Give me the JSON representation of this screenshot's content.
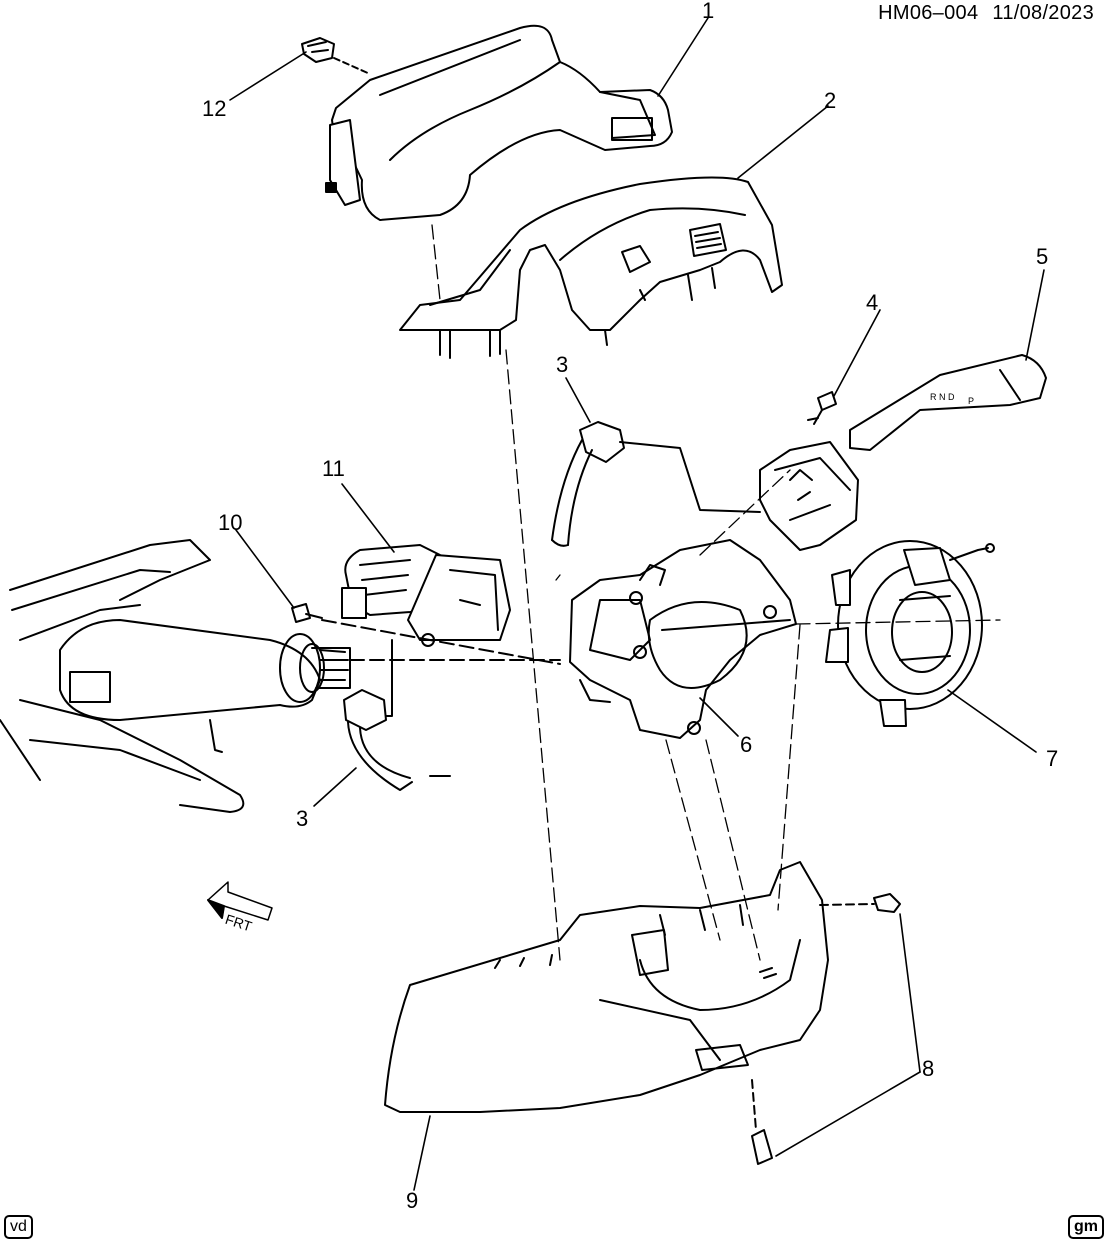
{
  "header": {
    "diagram_code": "HM06–004",
    "date": "11/08/2023"
  },
  "orientation": {
    "label": "FRT"
  },
  "callouts": [
    {
      "id": "1",
      "text": "1"
    },
    {
      "id": "2",
      "text": "2"
    },
    {
      "id": "3a",
      "text": "3"
    },
    {
      "id": "3b",
      "text": "3"
    },
    {
      "id": "4",
      "text": "4"
    },
    {
      "id": "5",
      "text": "5"
    },
    {
      "id": "6",
      "text": "6"
    },
    {
      "id": "7",
      "text": "7"
    },
    {
      "id": "8",
      "text": "8"
    },
    {
      "id": "9",
      "text": "9"
    },
    {
      "id": "10",
      "text": "10"
    },
    {
      "id": "11",
      "text": "11"
    },
    {
      "id": "12",
      "text": "12"
    }
  ],
  "lever_marks": {
    "positions": "R N D",
    "park": "P"
  },
  "footer": {
    "left_badge": "vd",
    "right_badge": "gm"
  }
}
